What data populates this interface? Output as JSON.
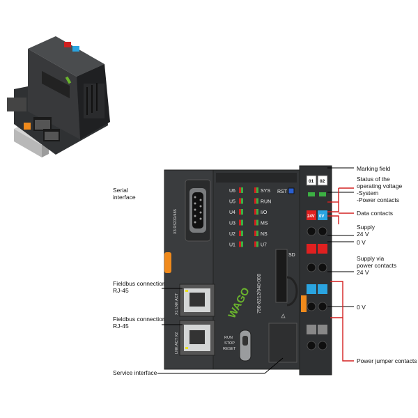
{
  "labels": {
    "serial_interface": "Serial\ninterface",
    "fieldbus_1": "Fieldbus connection\nRJ-45",
    "fieldbus_2": "Fieldbus connection\nRJ-45",
    "service_interface": "Service interface",
    "marking_field": "Marking field",
    "status_voltage": "Status of the\noperating voltage\n-System\n-Power contacts",
    "data_contacts": "Data contacts",
    "supply_24v": "Supply\n24 V",
    "supply_0v": "0 V",
    "supply_power_contacts": "Supply via\npower contacts\n24 V",
    "power_0v": "0 V",
    "power_jumper": "Power jumper contacts"
  },
  "device": {
    "serial_port_text": "X3 RS232/485",
    "led_left": [
      "U6",
      "U5",
      "U4",
      "U3",
      "U2",
      "U1"
    ],
    "led_right": [
      "SYS",
      "RUN",
      "I/O",
      "MS",
      "NS",
      "U7"
    ],
    "rst_label": "RST",
    "sd_label": "SD",
    "brand": "WAGO",
    "model_number": "750-8212/040-000",
    "eth1_text": "X1 LNK ACT",
    "eth2_text": "LNK ACT X2",
    "run_switch": "RUN\nSTOP\nRESET",
    "terminal_01": "01",
    "terminal_02": "02",
    "terminal_24v": "24V",
    "terminal_0v": "0V"
  },
  "colors": {
    "housing": "#3a3c3e",
    "housing_dark": "#252628",
    "led_red": "#d02020",
    "led_green": "#3cb043",
    "red_contact": "#e02020",
    "blue_contact": "#2aa4e0",
    "orange": "#f08a1c",
    "wago_green": "#6ab42d",
    "leader_black": "#000000",
    "leader_red": "#d42020"
  }
}
